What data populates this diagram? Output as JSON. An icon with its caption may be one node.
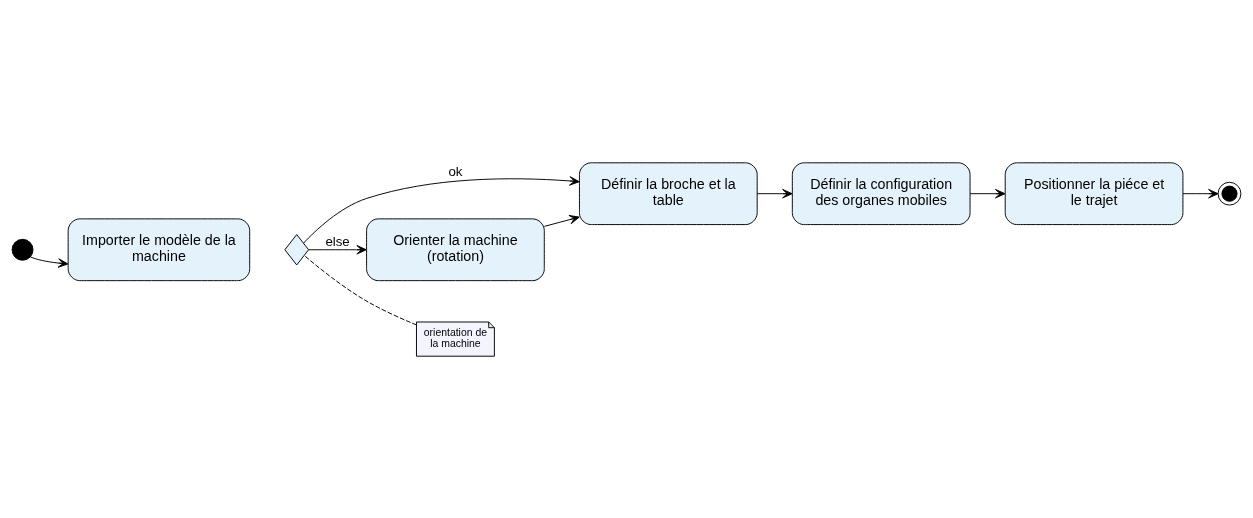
{
  "diagram": {
    "nodes": [
      {
        "text": [],
        "shape": "circle"
      },
      {
        "text": [
          "Importer le modèle de la machine"
        ]
      },
      {
        "text": [],
        "shape": "diamond"
      },
      {
        "text": [
          "Définir la broche et la table"
        ]
      },
      {
        "text": [
          "Définir la configuration des organes mobiles"
        ]
      },
      {
        "text": [
          "orientation de la machine"
        ]
      },
      {
        "text": [
          "Orienter la machine (rotation)"
        ]
      },
      {
        "text": [
          "Positionner la piéce et le trajet"
        ]
      },
      {
        "text": [],
        "shape": "circle"
      }
    ],
    "edges": [
      {
        "from": 0,
        "to": 1,
        "arrow": "to"
      },
      {
        "from": 2,
        "to": 3,
        "arrow": "to",
        "label": "ok"
      },
      {
        "from": 2,
        "to": 6,
        "arrow": "to",
        "label": "else"
      },
      {
        "from": 6,
        "to": 3,
        "arrow": "to"
      },
      {
        "from": 3,
        "to": 4,
        "arrow": "to"
      },
      {
        "from": 4,
        "to": 7,
        "arrow": "to"
      },
      {
        "from": 7,
        "to": 8,
        "arrow": "to"
      },
      {
        "from": 5,
        "to": 2,
        "arrow": "none",
        "style": "dashed"
      }
    ]
  }
}
